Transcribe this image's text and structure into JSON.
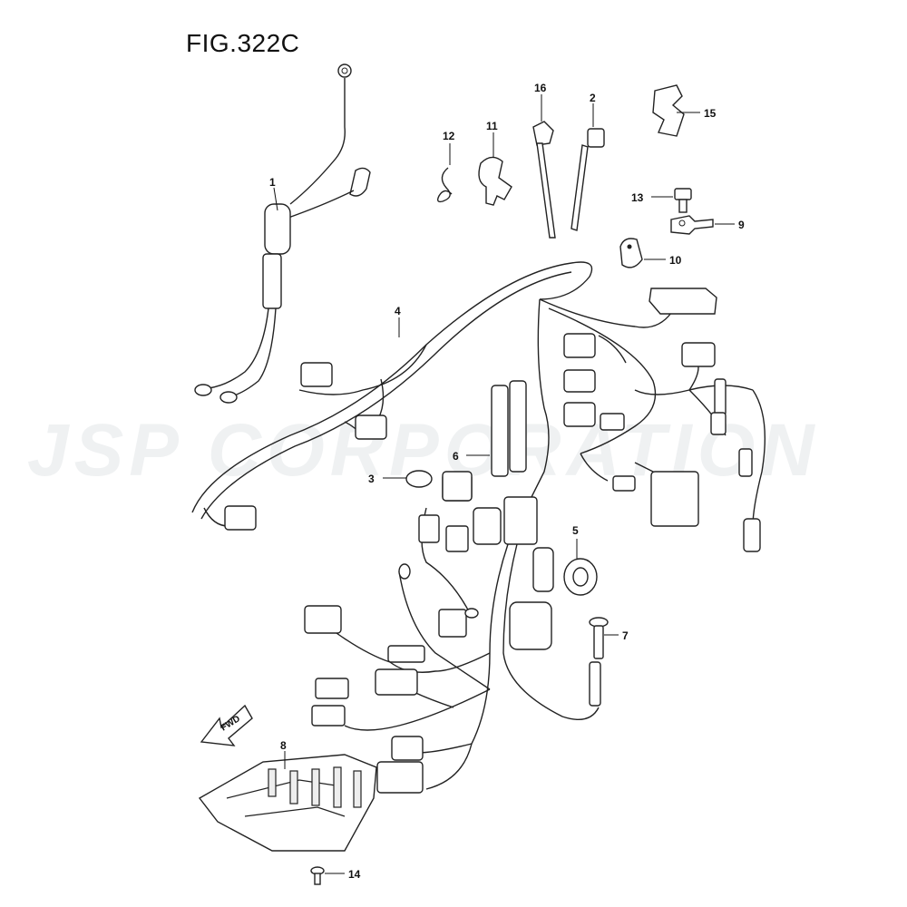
{
  "figure": {
    "title": "FIG.322C"
  },
  "watermark": {
    "text": "JSP CORPORATION"
  },
  "direction_indicator": {
    "label": "FWD"
  },
  "callouts": {
    "c1": "1",
    "c2": "2",
    "c3": "3",
    "c4": "4",
    "c5": "5",
    "c6": "6",
    "c7": "7",
    "c8": "8",
    "c9": "9",
    "c10": "10",
    "c11": "11",
    "c12": "12",
    "c13": "13",
    "c14": "14",
    "c15": "15",
    "c16": "16"
  }
}
